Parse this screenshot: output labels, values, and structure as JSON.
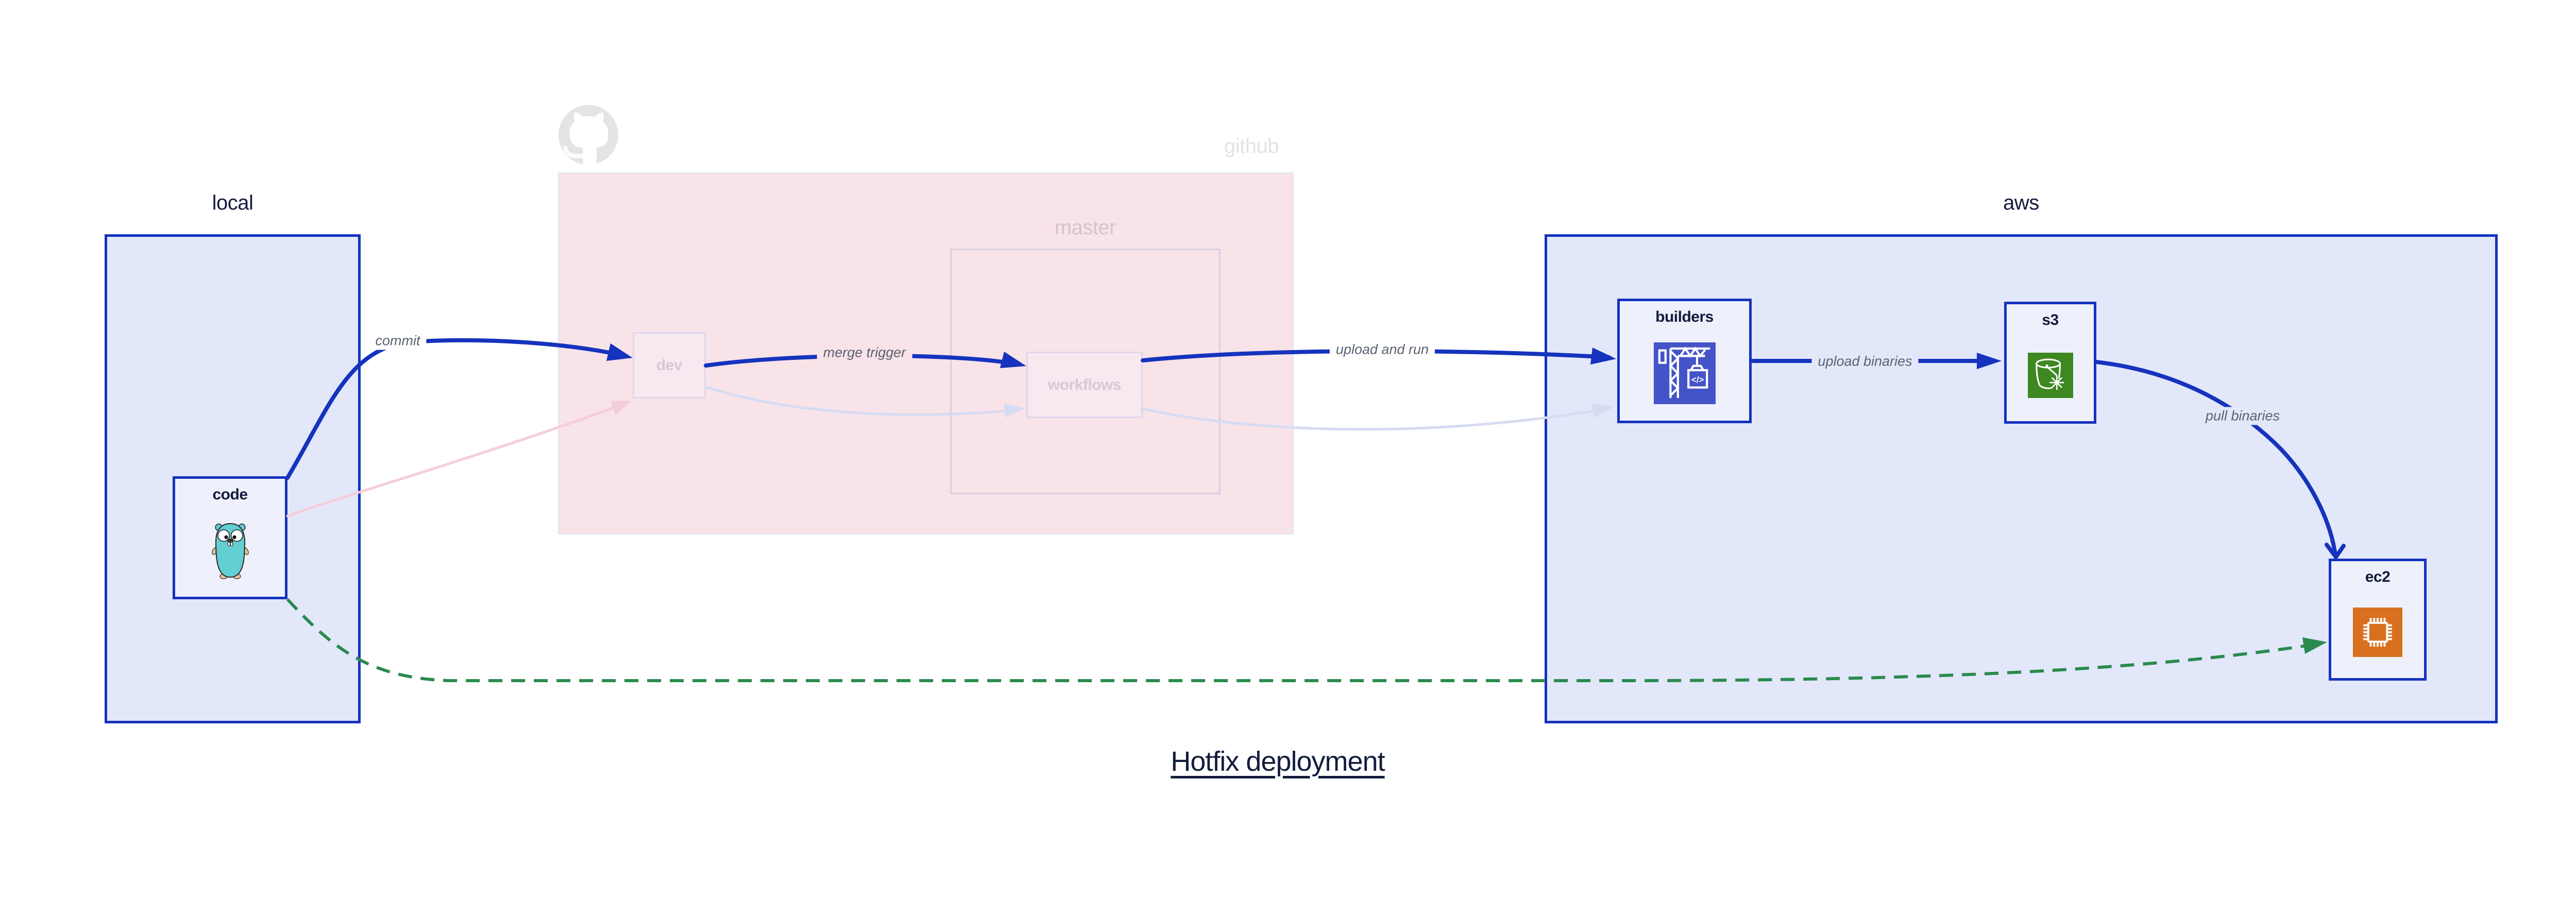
{
  "title": "Hotfix deployment",
  "groups": {
    "local": {
      "label": "local"
    },
    "github": {
      "label": "github"
    },
    "master": {
      "label": "master"
    },
    "aws": {
      "label": "aws"
    }
  },
  "nodes": {
    "code": {
      "label": "code",
      "icon": "go-gopher-icon"
    },
    "dev": {
      "label": "dev"
    },
    "workflows": {
      "label": "workflows"
    },
    "builders": {
      "label": "builders",
      "icon": "codebuild-crane-icon"
    },
    "s3": {
      "label": "s3",
      "icon": "s3-glacier-bucket-icon"
    },
    "ec2": {
      "label": "ec2",
      "icon": "ec2-chip-icon"
    }
  },
  "edges": {
    "commit": {
      "label": "commit",
      "style": "solid-blue-arrow"
    },
    "merge_trigger": {
      "label": "merge trigger",
      "style": "solid-blue-arrow"
    },
    "upload_and_run": {
      "label": "upload and run",
      "style": "solid-blue-arrow"
    },
    "upload_binaries": {
      "label": "upload binaries",
      "style": "solid-blue-arrow"
    },
    "pull_binaries": {
      "label": "pull binaries",
      "style": "solid-blue-open-arrow"
    },
    "hotfix_direct": {
      "label": "",
      "style": "dashed-green-arrow"
    },
    "faded_code_dev": {
      "label": "",
      "style": "faded-pink-arrow"
    },
    "faded_dev_workflows": {
      "label": "",
      "style": "faded-lavender-arrow"
    },
    "faded_workflows_builders": {
      "label": "",
      "style": "faded-lavender-arrow"
    }
  },
  "colors": {
    "accent_blue": "#1533bd",
    "hotfix_green": "#2a8a4d",
    "group_fill_blue": "#e2e7fa",
    "node_fill": "#eef1fb",
    "github_fill_pink": "#f8e3e9",
    "faded_pink_edge": "#f4cdd9",
    "faded_lavender_edge": "#d7dbf2",
    "text_navy": "#131c3d",
    "edge_label_gray": "#5b6270",
    "builders_icon_bg": "#4453c8",
    "s3_icon_bg": "#3e8721",
    "ec2_icon_bg": "#d9701f",
    "gopher_teal": "#62cfd2",
    "octocat_gray": "#e4e4e7"
  }
}
